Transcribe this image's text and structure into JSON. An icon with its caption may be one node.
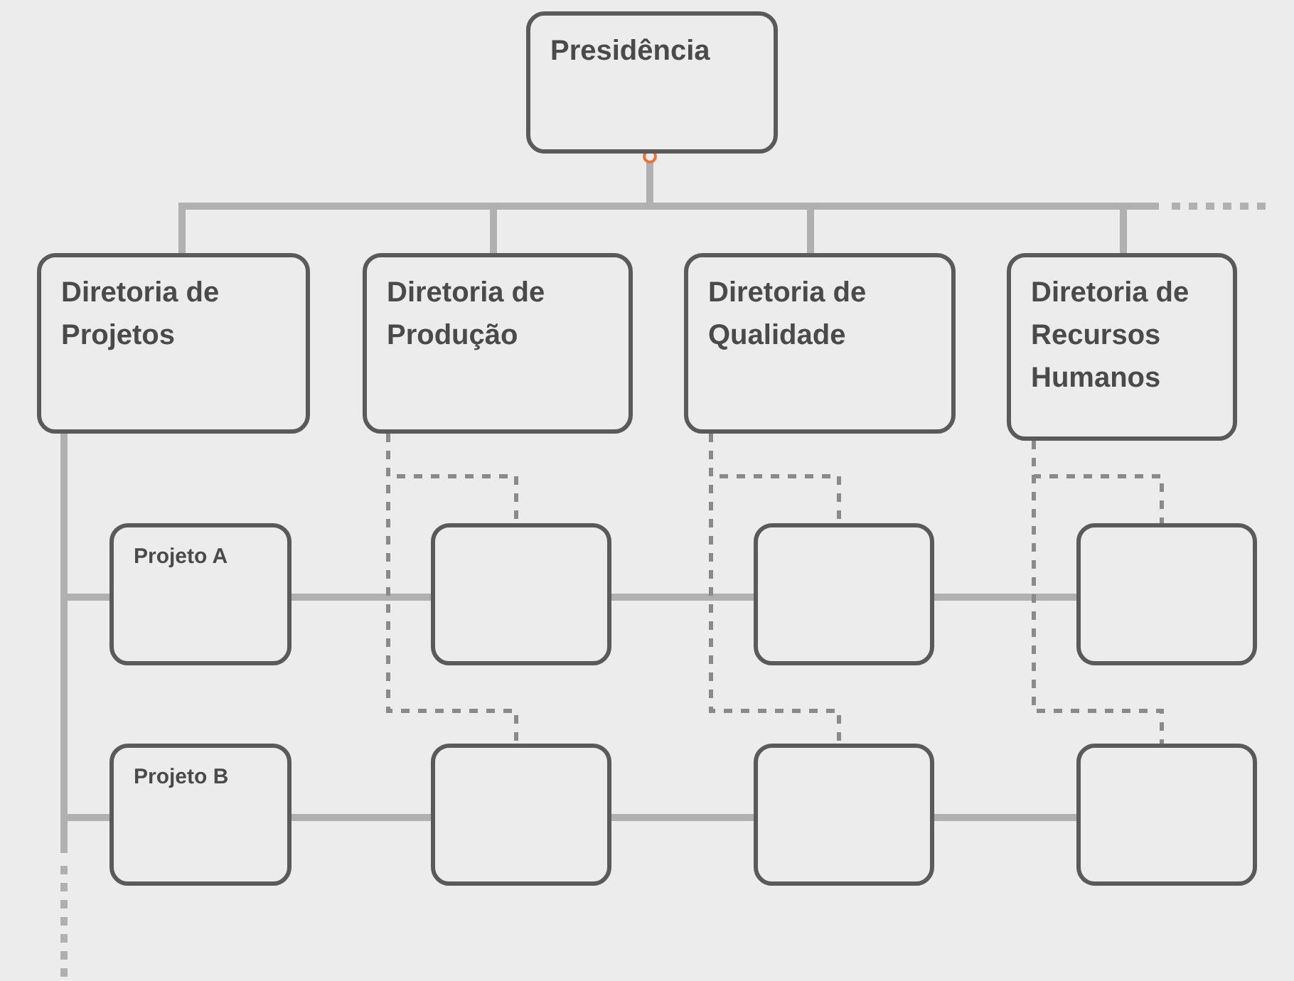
{
  "diagram": {
    "nodes": [
      {
        "text": [
          "Presidência"
        ]
      },
      {
        "text": [
          "Diretoria de Projetos"
        ]
      },
      {
        "text": [
          "Diretoria de Produção"
        ]
      },
      {
        "text": [
          "Diretoria de Qualidade"
        ]
      },
      {
        "text": [
          "Diretoria de Recursos Humanos"
        ]
      },
      {
        "text": [
          "Projeto A"
        ]
      },
      {
        "text": [],
        "shape": "box"
      },
      {
        "text": [],
        "shape": "box"
      },
      {
        "text": [],
        "shape": "box"
      },
      {
        "text": [
          "Projeto B"
        ]
      },
      {
        "text": [],
        "shape": "box"
      },
      {
        "text": [],
        "shape": "box"
      },
      {
        "text": [],
        "shape": "box"
      }
    ],
    "edges": [
      {
        "from": 0,
        "to": 1,
        "arrow": "none"
      },
      {
        "from": 0,
        "to": 2,
        "arrow": "none"
      },
      {
        "from": 0,
        "to": 3,
        "arrow": "none"
      },
      {
        "from": 0,
        "to": 4,
        "arrow": "none"
      },
      {
        "from": 0,
        "to": null,
        "arrow": "none",
        "style": "dashed"
      },
      {
        "from": 1,
        "to": 5,
        "arrow": "none"
      },
      {
        "from": 1,
        "to": 9,
        "arrow": "none"
      },
      {
        "from": 1,
        "to": null,
        "arrow": "none",
        "style": "dashed"
      },
      {
        "from": 5,
        "to": 6,
        "arrow": "none"
      },
      {
        "from": 6,
        "to": 7,
        "arrow": "none"
      },
      {
        "from": 7,
        "to": 8,
        "arrow": "none"
      },
      {
        "from": 9,
        "to": 10,
        "arrow": "none"
      },
      {
        "from": 10,
        "to": 11,
        "arrow": "none"
      },
      {
        "from": 11,
        "to": 12,
        "arrow": "none"
      },
      {
        "from": 2,
        "to": 6,
        "arrow": "none",
        "style": "dashed"
      },
      {
        "from": 2,
        "to": 10,
        "arrow": "none",
        "style": "dashed"
      },
      {
        "from": 3,
        "to": 7,
        "arrow": "none",
        "style": "dashed"
      },
      {
        "from": 3,
        "to": 11,
        "arrow": "none",
        "style": "dashed"
      },
      {
        "from": 4,
        "to": 8,
        "arrow": "none",
        "style": "dashed"
      },
      {
        "from": 4,
        "to": 12,
        "arrow": "none",
        "style": "dashed"
      }
    ]
  }
}
